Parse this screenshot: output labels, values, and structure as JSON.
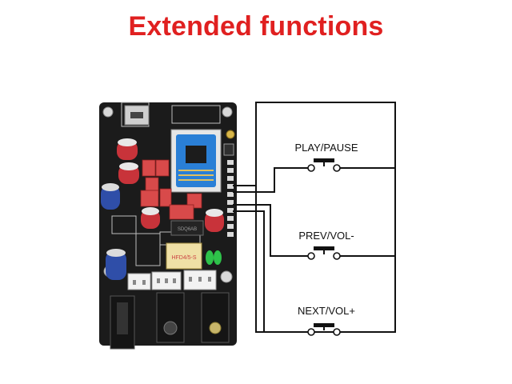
{
  "title": "Extended functions",
  "buttons": [
    {
      "label": "PLAY/PAUSE"
    },
    {
      "label": "PREV/VOL-"
    },
    {
      "label": "NEXT/VOL+"
    }
  ],
  "board": {
    "relay_marking": "HFD4/5-S",
    "chip_marking": "SDQ6AB"
  },
  "colors": {
    "title": "#e02020",
    "board": "#1b1b1b",
    "wire": "#111111",
    "capacitor_red": "#c8333a",
    "capacitor_blue": "#2f4ea8",
    "film_cap": "#d84a4a",
    "bt_module": "#2a7fd6",
    "connector": "#f2f2f2",
    "led_green": "#2ec24a"
  }
}
